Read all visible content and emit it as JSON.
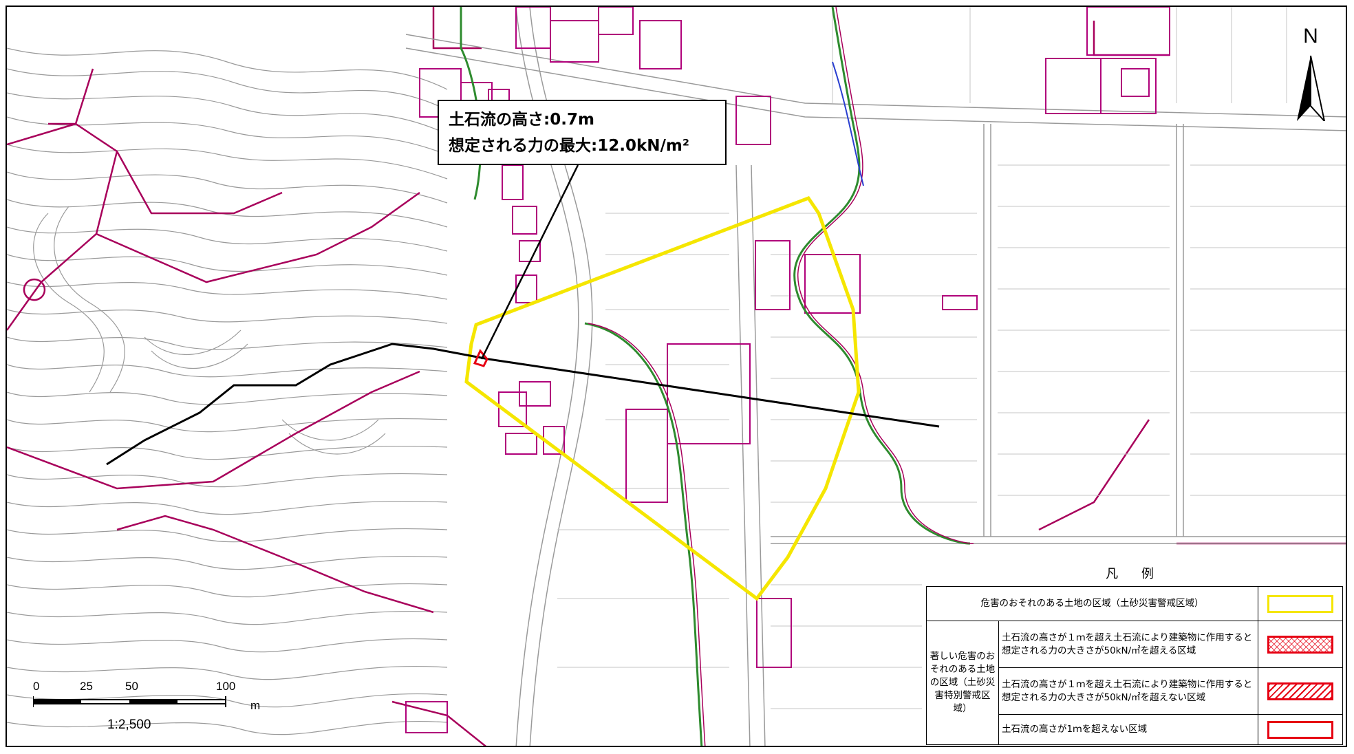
{
  "callout": {
    "line1": "土石流の高さ:0.7m",
    "line2": "想定される力の最大:12.0kN/m²"
  },
  "north": {
    "label": "N",
    "icon": "north-arrow-icon"
  },
  "scale_bar": {
    "ticks": [
      "0",
      "25",
      "50",
      "100"
    ],
    "unit": "m",
    "ratio": "1:2,500"
  },
  "legend": {
    "title": "凡 例",
    "rows": {
      "warning_area": "危害のおそれのある土地の区域（土砂災害警戒区域）",
      "special_group": "著しい危害のおそれのある土地の区域（土砂災害特別警戒区域）",
      "over_50": "土石流の高さが１ｍを超え土石流により建築物に作用すると想定される力の大きさが50kN/㎡を超える区域",
      "under_50": "土石流の高さが１ｍを超え土石流により建築物に作用すると想定される力の大きさが50kN/㎡を超えない区域",
      "under_1m": "土石流の高さが1ｍを超えない区域"
    }
  },
  "colors": {
    "warning_zone": "#f5e600",
    "special_zone": "#e60012",
    "boundary_lines": "#a8005b",
    "streams_green": "#2e8b2e",
    "stream_blue": "#2a3fd0",
    "flow_path": "#000000"
  }
}
